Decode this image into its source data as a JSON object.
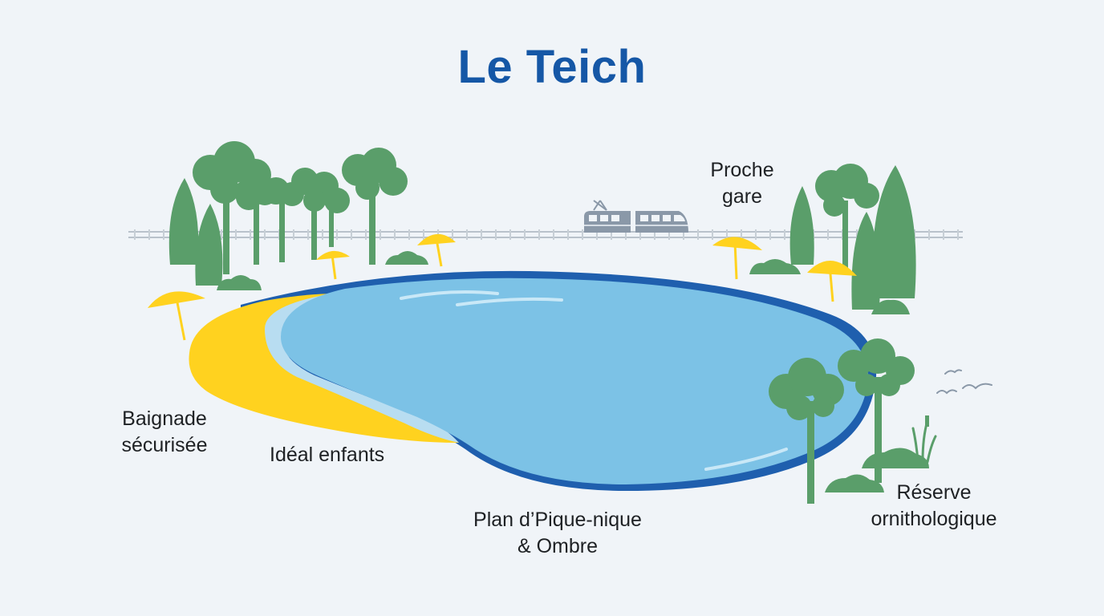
{
  "title": "Le Teich",
  "labels": {
    "station": "Proche\ngare",
    "swimming": "Baignade\nsécurisée",
    "kids": "Idéal enfants",
    "picnic": "Plan d’Pique-nique\n& Ombre",
    "reserve": "Réserve\nornithologique"
  },
  "colors": {
    "title": "#1557A6",
    "water": "#7CC2E6",
    "water_edge": "#1F5FAE",
    "sand": "#FFD21F",
    "tree": "#5A9E6A",
    "train": "#8A98A8",
    "umbrella": "#FFD21F",
    "background": "#F0F4F8"
  },
  "icons": [
    "tree-icon",
    "train-icon",
    "umbrella-icon",
    "bird-icon",
    "railway-track",
    "reeds-icon"
  ]
}
